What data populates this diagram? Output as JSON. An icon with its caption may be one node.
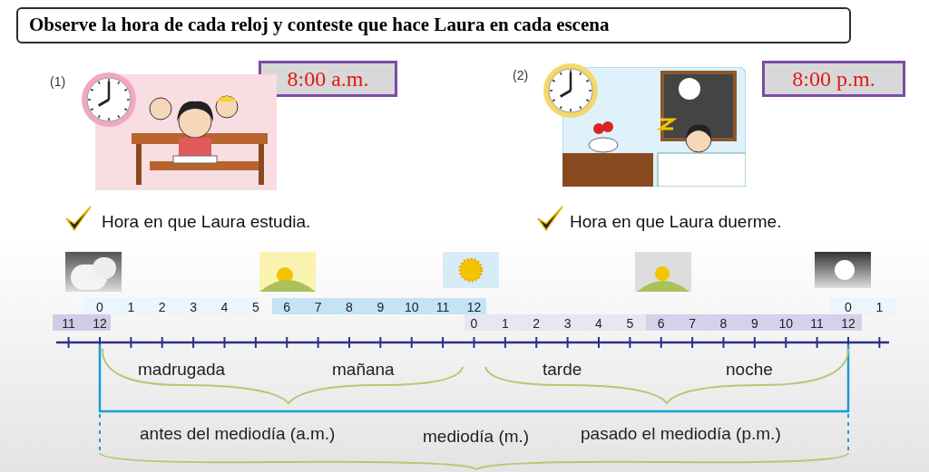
{
  "diagram": {
    "nodes": [
      {
        "text": [
          "Observe la hora de cada reloj y conteste que hace Laura en cada escena"
        ]
      },
      {
        "text": [
          "8:00 a.m."
        ]
      },
      {
        "text": [
          "8:00 p.m."
        ]
      }
    ],
    "labels": [
      "(1)",
      "(2)",
      "Hora en que Laura estudia.",
      "Hora en que Laura duerme.",
      "0",
      "1",
      "2",
      "3",
      "4",
      "5",
      "6",
      "7",
      "8",
      "9",
      "10",
      "11",
      "12",
      "0",
      "1",
      "11",
      "12",
      "0",
      "1",
      "2",
      "3",
      "4",
      "5",
      "6",
      "7",
      "8",
      "9",
      "10",
      "11",
      "12",
      "madrugada",
      "mañana",
      "tarde",
      "noche",
      "antes del mediodía (a.m.)",
      "mediodía (m.)",
      "pasado el mediodía (p.m.)"
    ]
  }
}
